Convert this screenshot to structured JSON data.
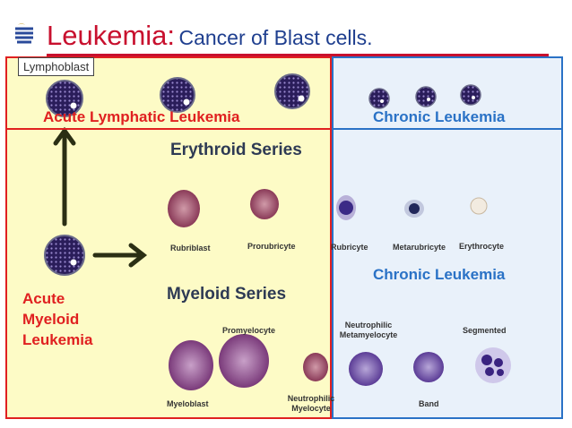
{
  "title": {
    "main": "Leukemia:",
    "sub": "Cancer of Blast cells."
  },
  "labels": {
    "lymphoblast": "Lymphoblast",
    "acute_lymphatic": "Acute Lymphatic Leukemia",
    "chronic_top": "Chronic Leukemia",
    "chronic_mid": "Chronic Leukemia",
    "aml_1": "Acute",
    "aml_2": "Myeloid",
    "aml_3": "Leukemia"
  },
  "erythroid": {
    "heading": "Erythroid Series",
    "cells": [
      "Rubriblast",
      "Prorubricyte",
      "Rubricyte",
      "Metarubricyte",
      "Erythrocyte"
    ]
  },
  "myeloid": {
    "heading": "Myeloid Series",
    "cells": [
      "Promyelocyte",
      "Neutrophilic Metamyelocyte",
      "Segmented",
      "Myeloblast",
      "Neutrophilic Myelocyte",
      "Band"
    ]
  },
  "colors": {
    "red": "#e02020",
    "blue": "#2a72c6",
    "yellow_bg": "#fdfbc6",
    "blue_bg": "#e9f1fa",
    "arrow": "#2b2f14"
  }
}
